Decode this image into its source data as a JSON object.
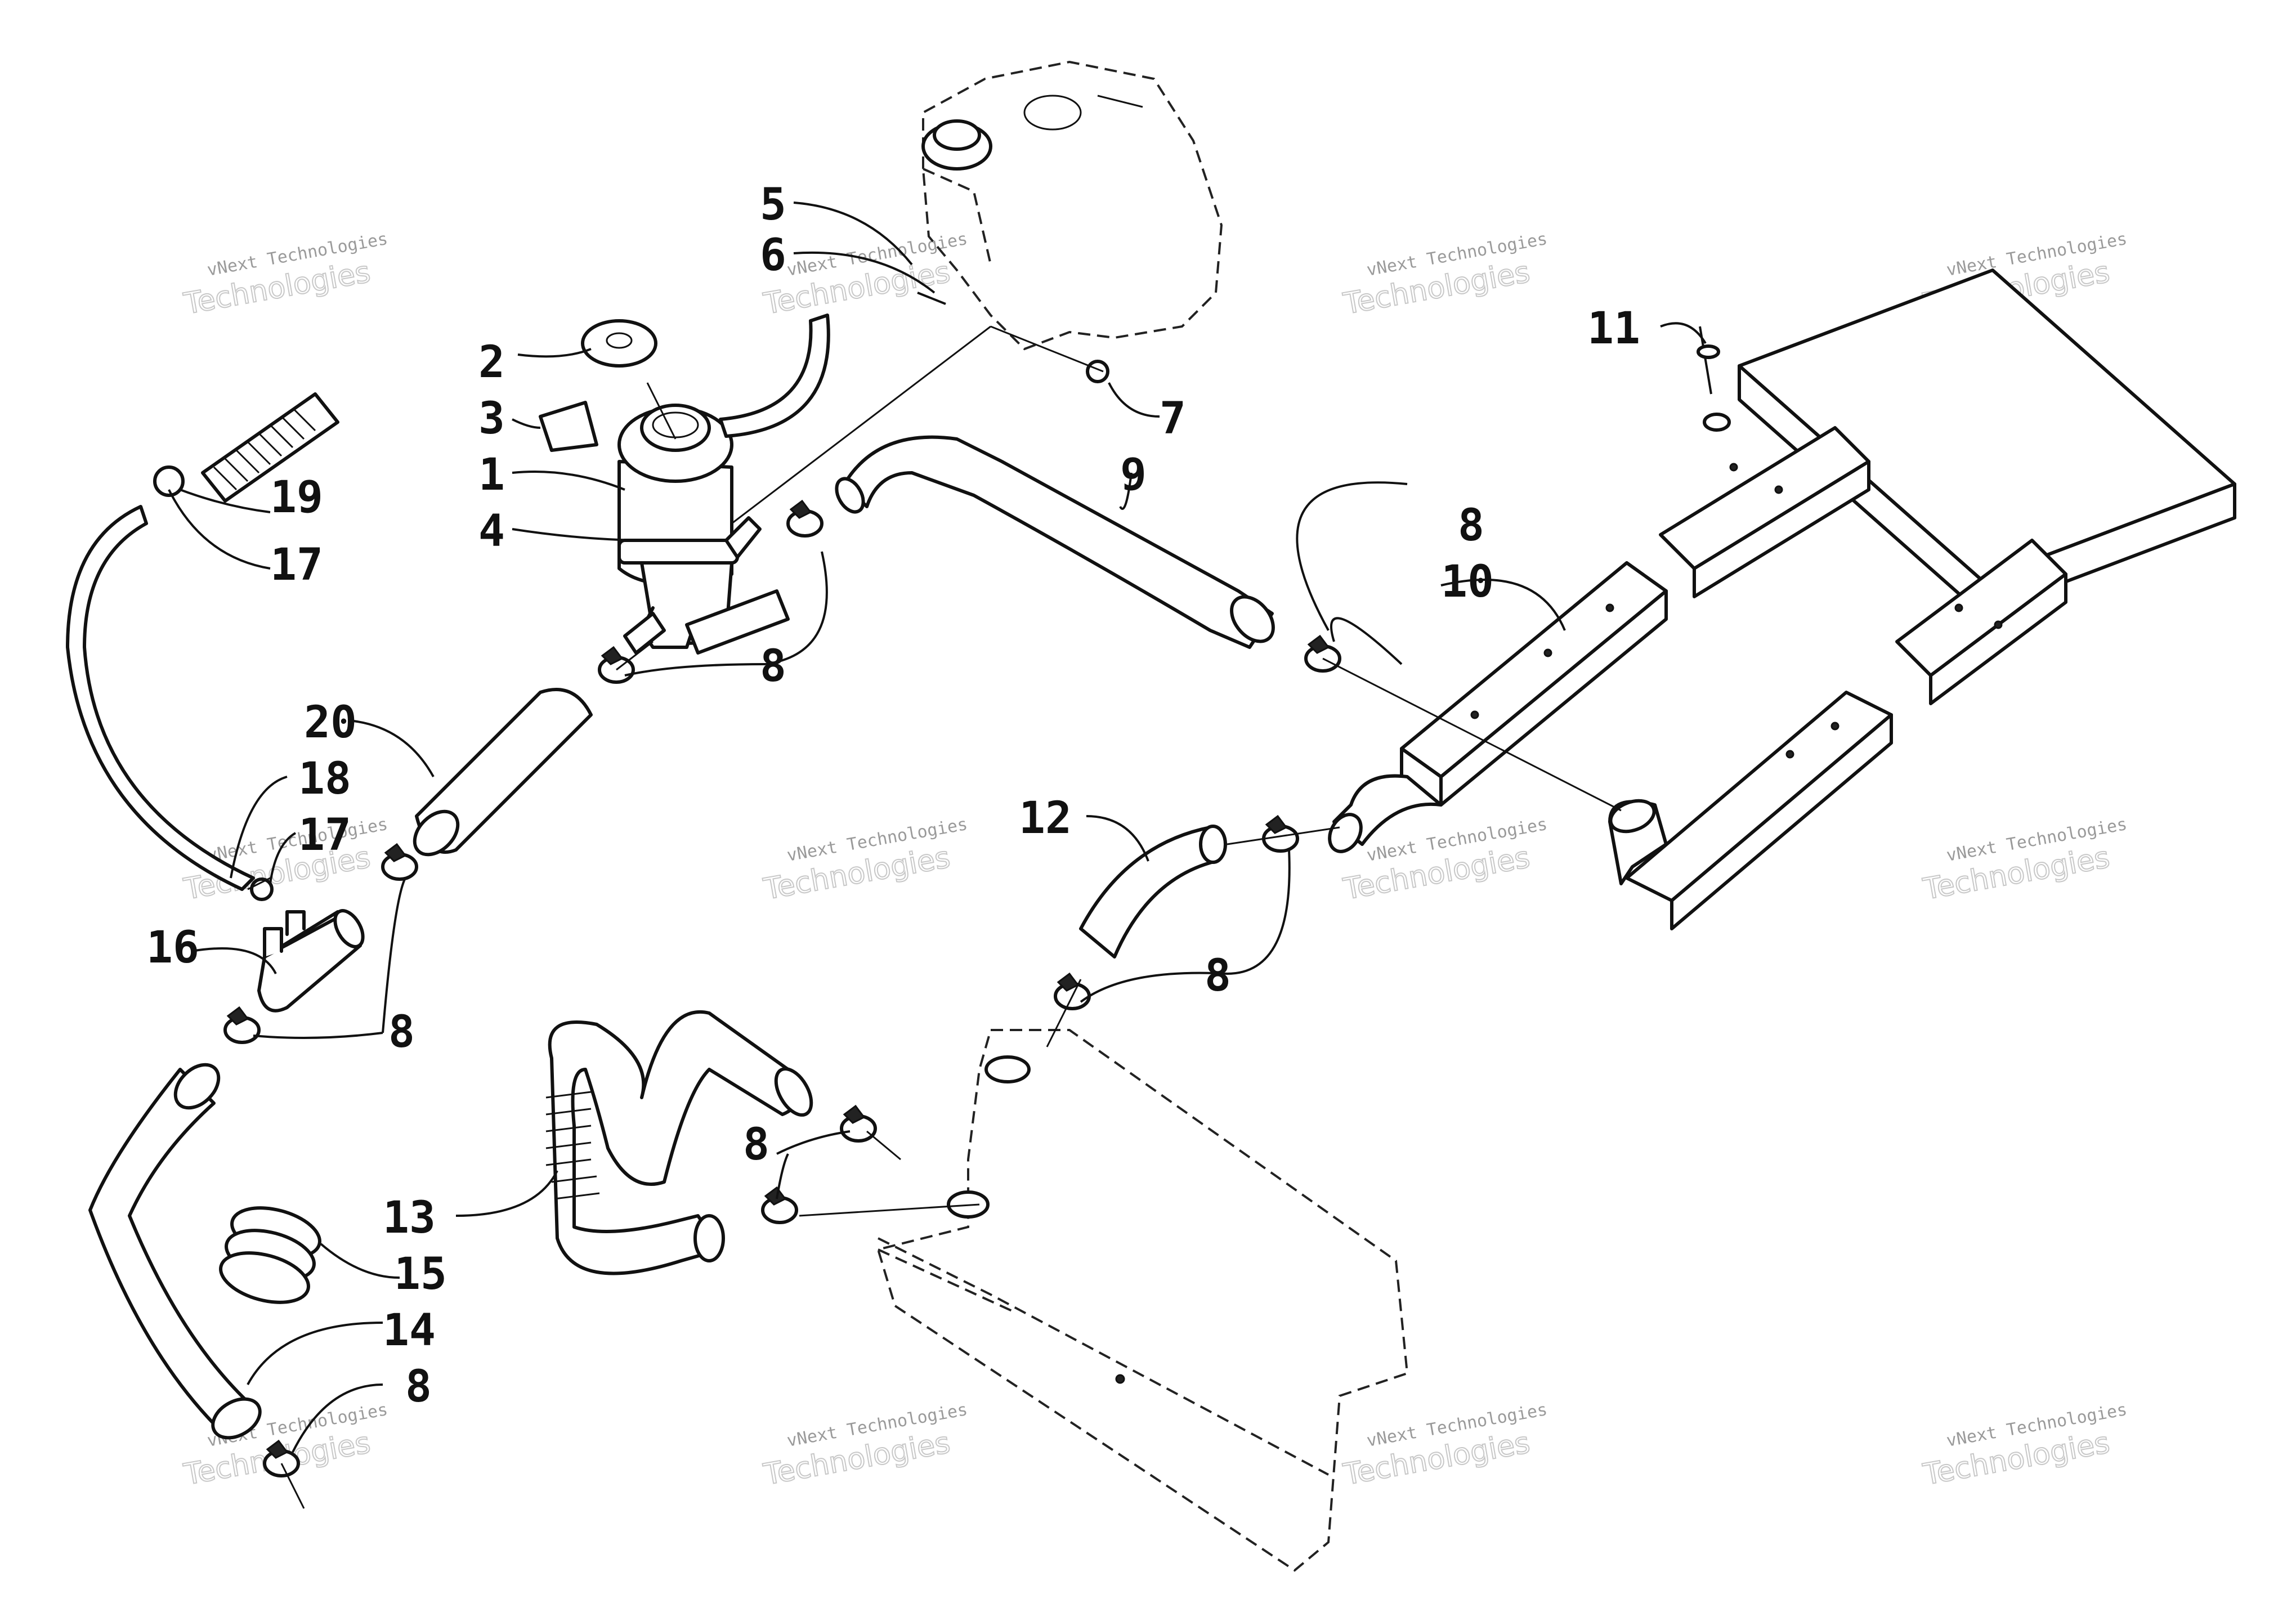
{
  "callouts": {
    "c1": "1",
    "c2": "2",
    "c3": "3",
    "c4": "4",
    "c5": "5",
    "c6": "6",
    "c7": "7",
    "c8a": "8",
    "c8b": "8",
    "c8c": "8",
    "c8d": "8",
    "c8e": "8",
    "c8f": "8",
    "c9": "9",
    "c10": "10",
    "c11": "11",
    "c12": "12",
    "c13": "13",
    "c14": "14",
    "c15": "15",
    "c16": "16",
    "c17a": "17",
    "c17b": "17",
    "c18": "18",
    "c19": "19",
    "c20": "20"
  },
  "watermark": {
    "line1": "vNext Technologies",
    "line2": "Technologies"
  }
}
